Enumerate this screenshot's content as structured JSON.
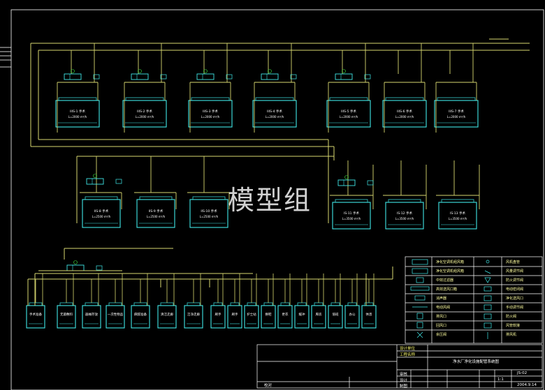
{
  "watermark": "模型组",
  "colors": {
    "background": "#000000",
    "pipe": "#d8d870",
    "equipment": "#40e8e8",
    "frame": "#ffffff",
    "text": "#ffffff",
    "accent_green": "#40e040",
    "accent_red": "#ff4040"
  },
  "drawing": {
    "number": "JS-02",
    "title": "净水厂净化设施配管系统图",
    "date": "2004.9.14",
    "scale": "1:1"
  },
  "title_block": {
    "labels": [
      "设计单位",
      "工程名称",
      "审核",
      "设计",
      "制图",
      "校对"
    ],
    "values": [
      "",
      "",
      "",
      "",
      "",
      ""
    ]
  },
  "legend": {
    "left_items": [
      "净化空调机组风箱",
      "净化空调机组风箱",
      "中效过滤器",
      "高效送风口箱",
      "消声器",
      "电动风阀",
      "排风口",
      "回风口",
      "余压阀"
    ],
    "right_items": [
      "风机盘管",
      "风量调节阀",
      "防火调节阀",
      "电动密闭阀",
      "净化送风口",
      "手动调节阀",
      "防火阀",
      "风管软接",
      "排风机"
    ]
  },
  "rooms": {
    "upper_row1": [
      {
        "label": "IIIS-1 手术",
        "flow": "L=2000 m³/h"
      },
      {
        "label": "IIIS-2 手术",
        "flow": "L=2000 m³/h"
      },
      {
        "label": "IIIS-3 手术",
        "flow": "L=2000 m³/h"
      },
      {
        "label": "IIIS-4 手术",
        "flow": "L=2000 m³/h"
      },
      {
        "label": "IIIS-5 手术",
        "flow": "L=2000 m³/h"
      },
      {
        "label": "IIIS-6 手术",
        "flow": "L=2000 m³/h"
      },
      {
        "label": "IIIS-7 手术",
        "flow": "L=2000 m³/h"
      }
    ],
    "middle_left": [
      {
        "label": "IIS-8 手术",
        "flow": "L=2500 m³/h"
      },
      {
        "label": "IIS-9 手术",
        "flow": "L=2500 m³/h"
      },
      {
        "label": "IIS-10 手术",
        "flow": "L=2500 m³/h"
      }
    ],
    "middle_right": [
      {
        "label": "IS-11 手术",
        "flow": "L=3500 m³/h"
      },
      {
        "label": "IS-12 手术",
        "flow": "L=3500 m³/h"
      },
      {
        "label": "IS-13 手术",
        "flow": "L=3500 m³/h"
      }
    ],
    "bottom": [
      {
        "label": "手术准备"
      },
      {
        "label": "无菌敷料"
      },
      {
        "label": "器械存放"
      },
      {
        "label": "一次性物品"
      },
      {
        "label": "麻醉准备"
      },
      {
        "label": "清洁走廊"
      },
      {
        "label": "洁净走廊"
      },
      {
        "label": "刷手"
      },
      {
        "label": "刷手"
      },
      {
        "label": "护士站"
      },
      {
        "label": "换鞋"
      },
      {
        "label": "更衣"
      },
      {
        "label": "缓冲"
      },
      {
        "label": "库房"
      },
      {
        "label": "值班"
      },
      {
        "label": "办公"
      },
      {
        "label": "休息"
      }
    ]
  }
}
